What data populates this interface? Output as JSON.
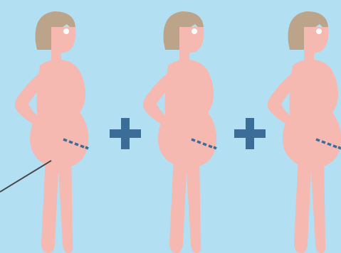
{
  "colors": {
    "background": "#b3dff3",
    "skin": "#f5b9b1",
    "hair": "#bca48a",
    "eye": "#ffffff",
    "plus": "#3b6d98",
    "dash": "#3b6d98",
    "pointer_line": "#4a4a4a"
  },
  "figures": [
    {
      "name": "pregnant-figure-1"
    },
    {
      "name": "pregnant-figure-2"
    },
    {
      "name": "pregnant-figure-3"
    }
  ],
  "operators": [
    "plus-sign",
    "plus-sign"
  ]
}
